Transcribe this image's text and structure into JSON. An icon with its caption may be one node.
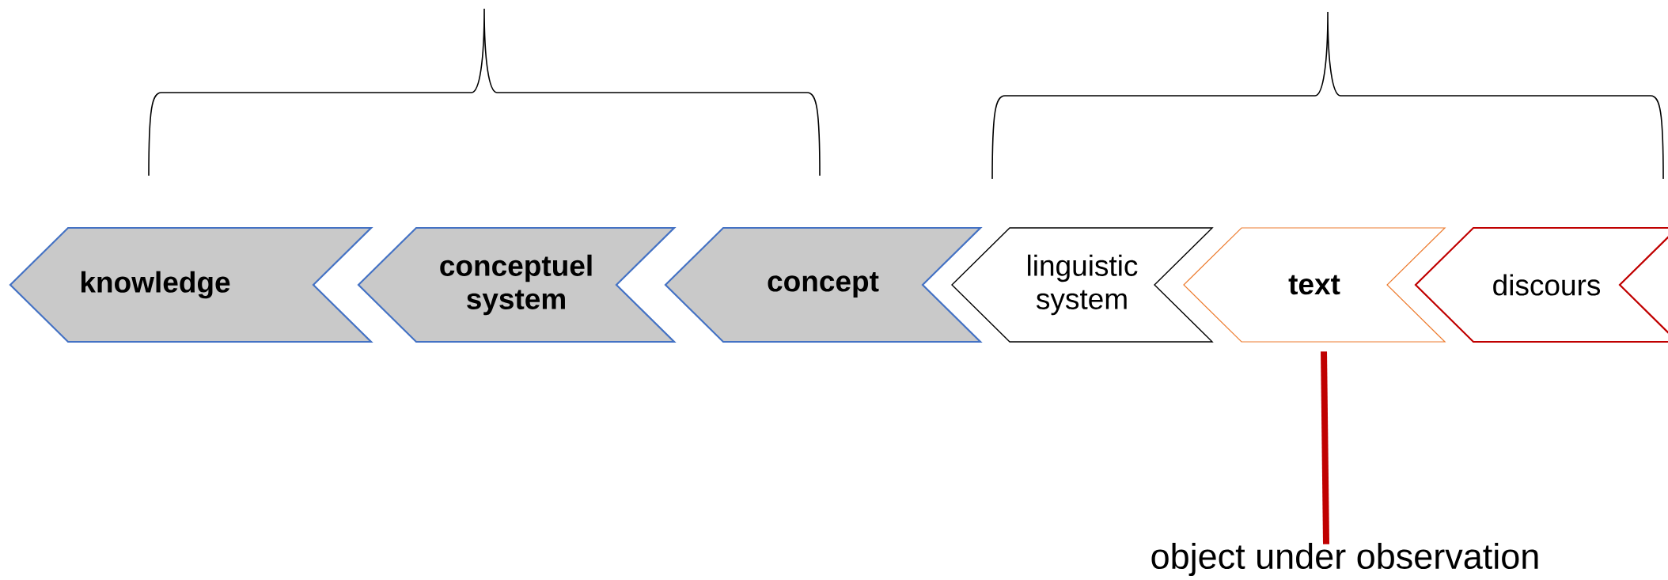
{
  "diagram": {
    "nodes": [
      {
        "text": [
          "knowledge"
        ]
      },
      {
        "text": [
          "conceptuel system"
        ]
      },
      {
        "text": [
          "concept"
        ]
      },
      {
        "text": [
          "linguistic system"
        ]
      },
      {
        "text": [
          "text"
        ]
      },
      {
        "text": [
          "discours"
        ]
      },
      {
        "text": [
          "object under observation"
        ]
      }
    ],
    "edges": [
      {
        "from": 6,
        "to": 4,
        "arrow": "none",
        "color": "#c00000"
      }
    ]
  }
}
